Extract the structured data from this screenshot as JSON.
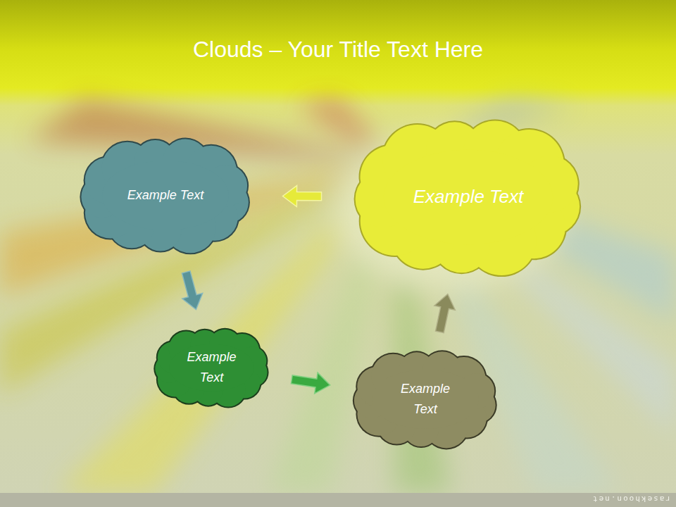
{
  "diagram": {
    "title": "Clouds – Your Title Text Here",
    "nodes": [
      {
        "text": [
          "Example Text"
        ]
      },
      {
        "text": [
          "Example Text"
        ]
      },
      {
        "text": [
          "Example Text"
        ]
      },
      {
        "text": [
          "Example Text"
        ]
      }
    ],
    "edges": [
      {
        "from": 1,
        "to": 0,
        "arrow": "to"
      },
      {
        "from": 0,
        "to": 2,
        "arrow": "to"
      },
      {
        "from": 2,
        "to": 3,
        "arrow": "to"
      },
      {
        "from": 3,
        "to": 1,
        "arrow": "to"
      }
    ],
    "labels": [
      "rasekhoon.net"
    ]
  }
}
